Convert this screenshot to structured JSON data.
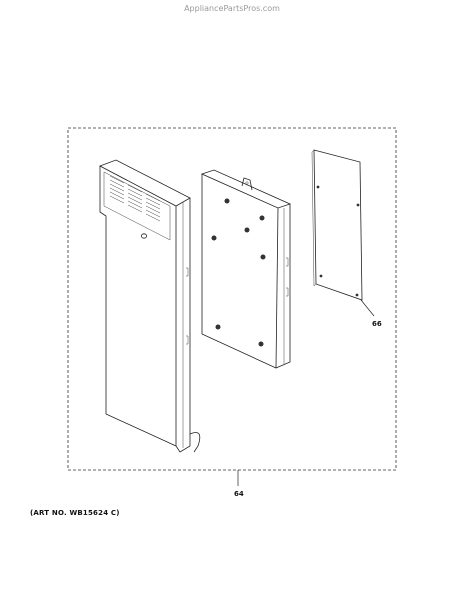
{
  "watermark": "AppliancePartsPros.com",
  "art_number": "(ART NO. WB15624 C)",
  "callouts": {
    "assembly": "64",
    "panel": "66"
  },
  "colors": {
    "line": "#222222",
    "watermark": "#9a9a9a"
  }
}
